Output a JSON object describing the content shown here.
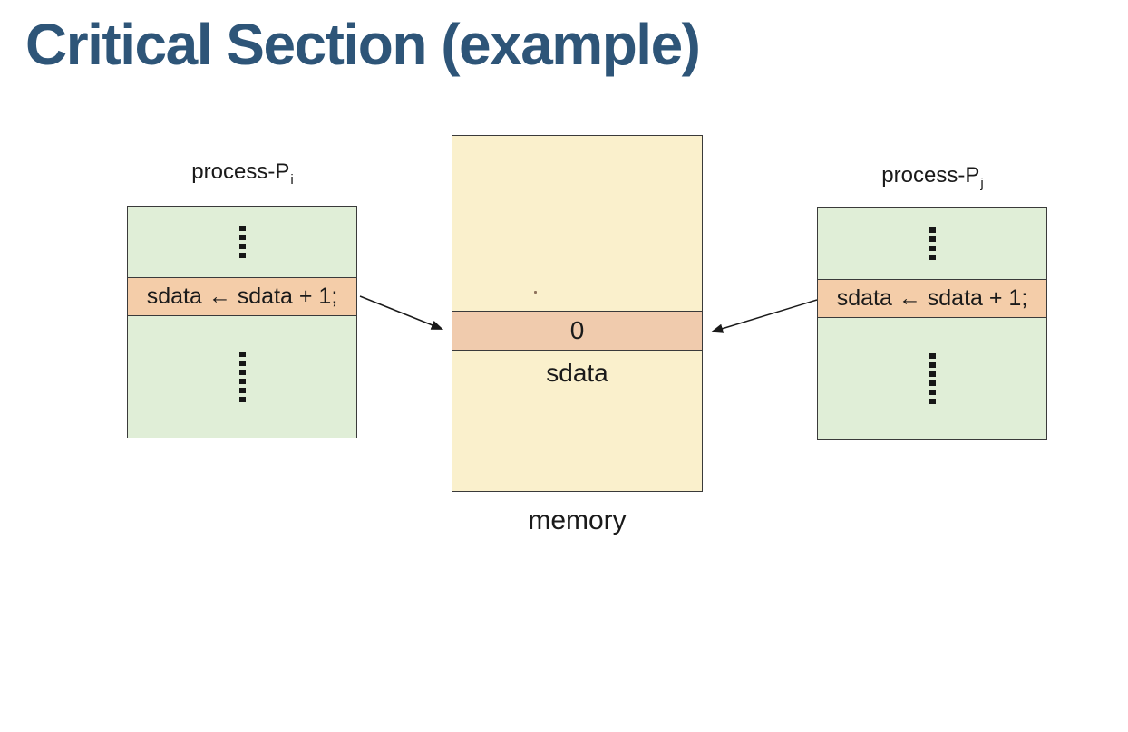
{
  "slide": {
    "title": "Critical Section (example)"
  },
  "diagram": {
    "processes": {
      "left": {
        "label_base": "process-P",
        "label_sub": "i",
        "code": "sdata ← sdata + 1;"
      },
      "right": {
        "label_base": "process-P",
        "label_sub": "j",
        "code": "sdata ← sdata + 1;"
      }
    },
    "memory": {
      "cell_value": "0",
      "cell_name": "sdata",
      "label": "memory"
    },
    "colors": {
      "title": "#2e5578",
      "process_fill": "#e0eed7",
      "process_highlight": "#f4cda9",
      "memory_fill": "#faf0cc",
      "memory_highlight": "#f0cbad",
      "border": "#3a3a3a",
      "arrow": "#1a1a1a"
    }
  }
}
